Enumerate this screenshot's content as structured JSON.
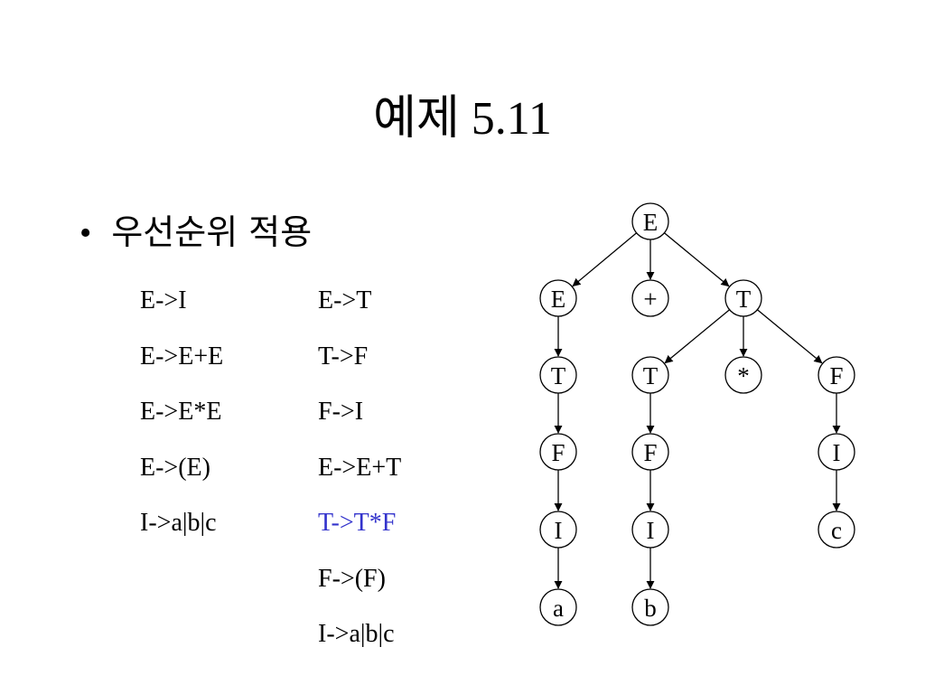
{
  "slide": {
    "title": "예제 5.11",
    "bullet": "우선순위 적용",
    "bullet_symbol": "•"
  },
  "grammar_left": [
    "E->I",
    "E->E+E",
    "E->E*E",
    "E->(E)",
    "I->a|b|c"
  ],
  "grammar_right": [
    "E->T",
    "T->F",
    "F->I",
    "E->E+T",
    "T->T*F",
    "F->(F)",
    "I->a|b|c"
  ],
  "highlight_color": "#3333cc",
  "parse_tree": {
    "nodes": [
      {
        "id": "root_E",
        "label": "E"
      },
      {
        "id": "E1",
        "label": "E"
      },
      {
        "id": "plus",
        "label": "+"
      },
      {
        "id": "T1",
        "label": "T"
      },
      {
        "id": "T2",
        "label": "T"
      },
      {
        "id": "T3",
        "label": "T"
      },
      {
        "id": "star",
        "label": "*"
      },
      {
        "id": "F3",
        "label": "F"
      },
      {
        "id": "F2",
        "label": "F"
      },
      {
        "id": "F1",
        "label": "F"
      },
      {
        "id": "I3",
        "label": "I"
      },
      {
        "id": "I2",
        "label": "I"
      },
      {
        "id": "I1",
        "label": "I"
      },
      {
        "id": "c",
        "label": "c"
      },
      {
        "id": "a",
        "label": "a"
      },
      {
        "id": "b",
        "label": "b"
      }
    ],
    "edges": [
      [
        "root_E",
        "E1"
      ],
      [
        "root_E",
        "plus"
      ],
      [
        "root_E",
        "T1"
      ],
      [
        "E1",
        "T2"
      ],
      [
        "T2",
        "F2"
      ],
      [
        "F2",
        "I2"
      ],
      [
        "I2",
        "a"
      ],
      [
        "T1",
        "T3"
      ],
      [
        "T1",
        "star"
      ],
      [
        "T1",
        "F3"
      ],
      [
        "T3",
        "F1"
      ],
      [
        "F1",
        "I1"
      ],
      [
        "I1",
        "b"
      ],
      [
        "F3",
        "I3"
      ],
      [
        "I3",
        "c"
      ]
    ]
  }
}
